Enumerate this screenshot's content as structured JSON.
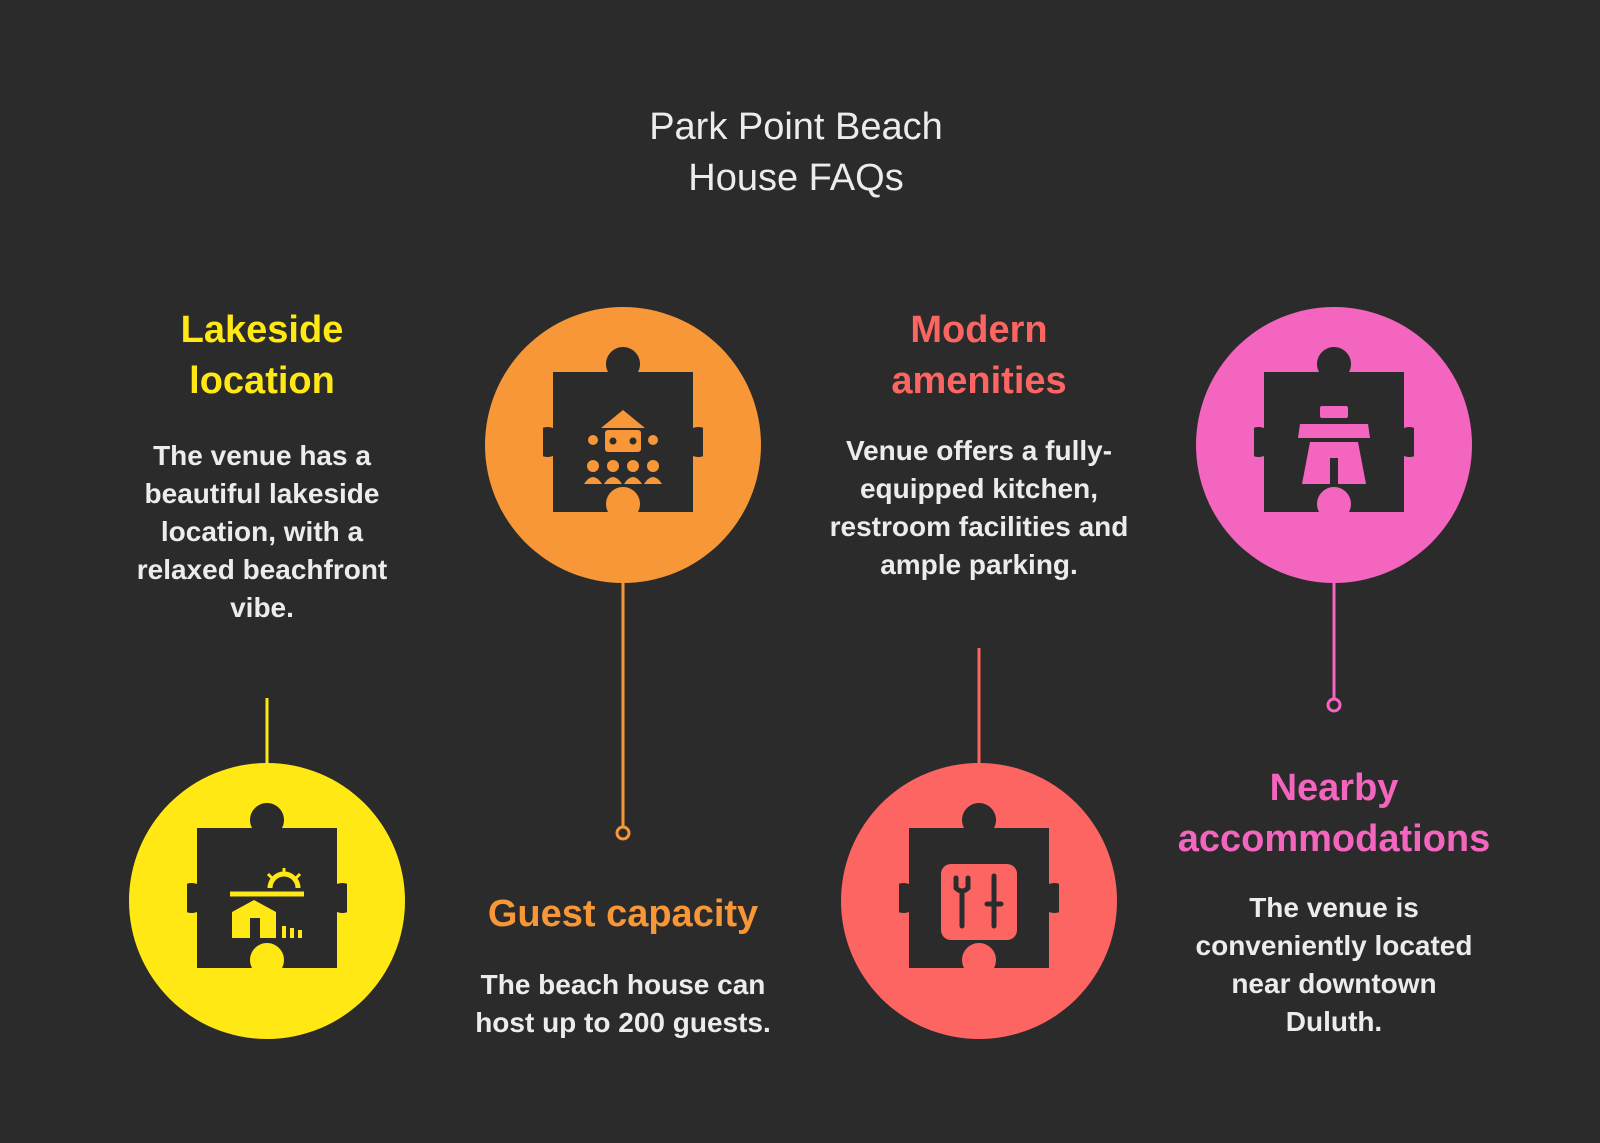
{
  "title": {
    "lines": [
      "Park Point Beach",
      "House FAQs"
    ]
  },
  "colors": {
    "background": "#2b2b2b",
    "yellow": "#ffe814",
    "orange": "#f79737",
    "coral": "#fd6563",
    "pink": "#f465c0"
  },
  "items": [
    {
      "heading": [
        "Lakeside",
        "location"
      ],
      "description": [
        "The venue has a",
        "beautiful lakeside",
        "location, with a",
        "relaxed beachfront",
        "vibe."
      ],
      "icon": "beach-house-sun-icon"
    },
    {
      "heading": [
        "Guest capacity"
      ],
      "description": [
        "The beach house can",
        "host up to 200 guests."
      ],
      "icon": "crowd-pavilion-icon"
    },
    {
      "heading": [
        "Modern",
        "amenities"
      ],
      "description": [
        "Venue offers a fully-",
        "equipped kitchen,",
        "restroom facilities and",
        "ample parking."
      ],
      "icon": "tools-wrench-screwdriver-icon"
    },
    {
      "heading": [
        "Nearby",
        "accommodations"
      ],
      "description": [
        "The venue is",
        "conveniently located",
        "near downtown",
        "Duluth."
      ],
      "icon": "road-hotel-icon"
    }
  ]
}
